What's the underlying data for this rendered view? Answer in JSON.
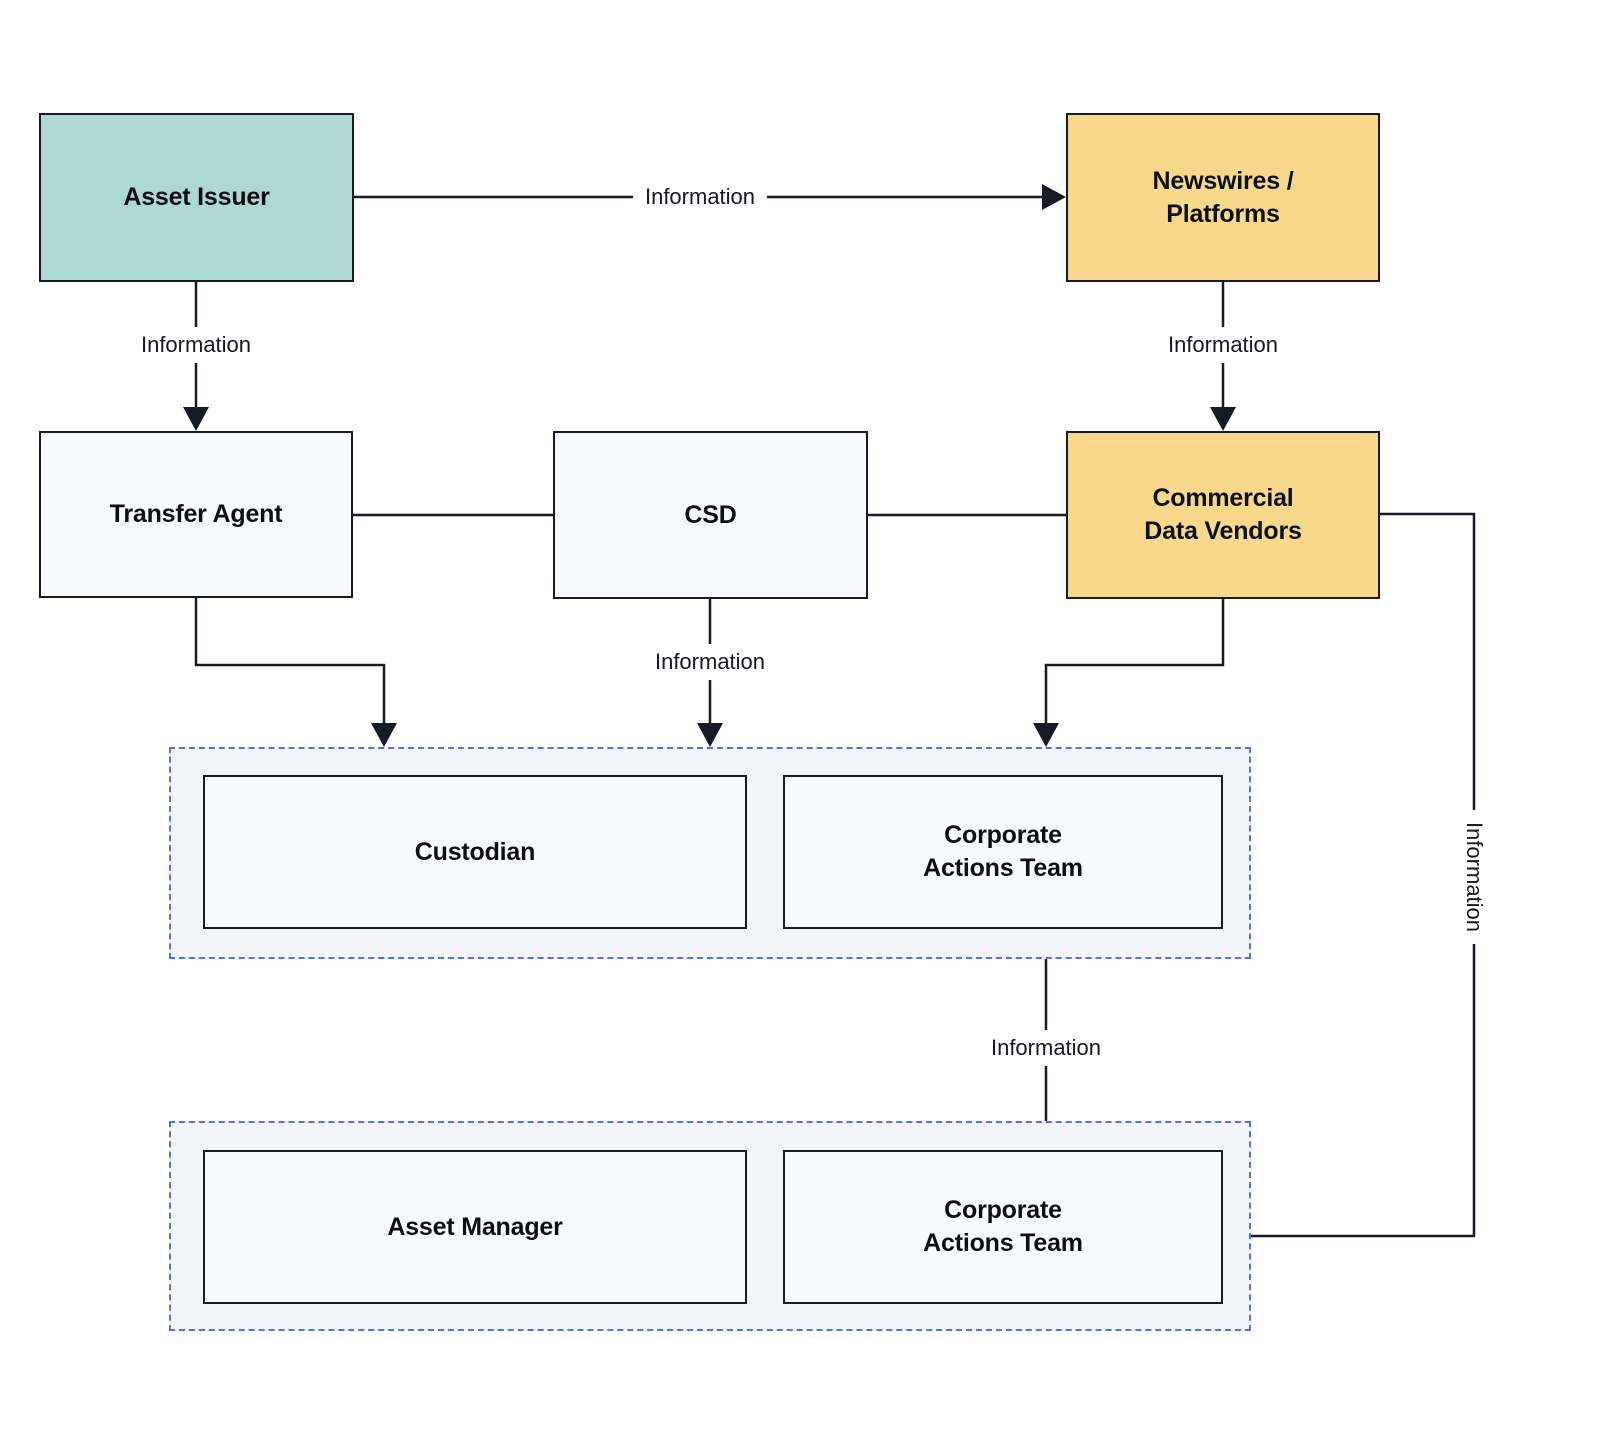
{
  "diagram": {
    "nodes": {
      "asset_issuer": {
        "label": "Asset Issuer",
        "fill": "#aed8d4"
      },
      "newswires": {
        "label": "Newswires / Platforms",
        "fill": "#f8d98b"
      },
      "transfer_agent": {
        "label": "Transfer Agent",
        "fill": "#f7f9fc"
      },
      "csd": {
        "label": "CSD",
        "fill": "#f7f9fc"
      },
      "commercial_data_vendors": {
        "label": "Commercial Data Vendors",
        "fill": "#f8d98b"
      },
      "custodian": {
        "label": "Custodian",
        "fill": "#f8fafd"
      },
      "corporate_actions_team_sell": {
        "label": "Corporate Actions Team",
        "fill": "#f8fafd"
      },
      "asset_manager": {
        "label": "Asset Manager",
        "fill": "#f8fafd"
      },
      "corporate_actions_team_buy": {
        "label": "Corporate Actions Team",
        "fill": "#f8fafd"
      }
    },
    "edges": [
      {
        "from": "Asset Issuer",
        "to": "Newswires / Platforms",
        "label": "Information"
      },
      {
        "from": "Asset Issuer",
        "to": "Transfer Agent",
        "label": "Information"
      },
      {
        "from": "Newswires / Platforms",
        "to": "Commercial Data Vendors",
        "label": "Information"
      },
      {
        "from": "CSD",
        "to": "Custodian group",
        "label": "Information"
      },
      {
        "from": "Corporate Actions Team",
        "to": "Corporate Actions Team",
        "label": "Information"
      },
      {
        "from": "Commercial Data Vendors",
        "to": "Corporate Actions Team",
        "label": "Information"
      },
      {
        "from": "Transfer Agent",
        "to": "CSD",
        "label": ""
      },
      {
        "from": "CSD",
        "to": "Commercial Data Vendors",
        "label": ""
      },
      {
        "from": "Transfer Agent",
        "to": "Custodian group",
        "label": ""
      },
      {
        "from": "Commercial Data Vendors",
        "to": "Corporate Actions Team group",
        "label": ""
      }
    ],
    "colors": {
      "line": "#161b26",
      "group_border": "#4c74e6",
      "group_fill": "#f3f5fa",
      "teal_node": "#aed8d4",
      "yellow_node": "#f8d98b",
      "plain_node": "#f7f9fc",
      "text": "#0c0f14",
      "background": "#ffffff"
    }
  }
}
